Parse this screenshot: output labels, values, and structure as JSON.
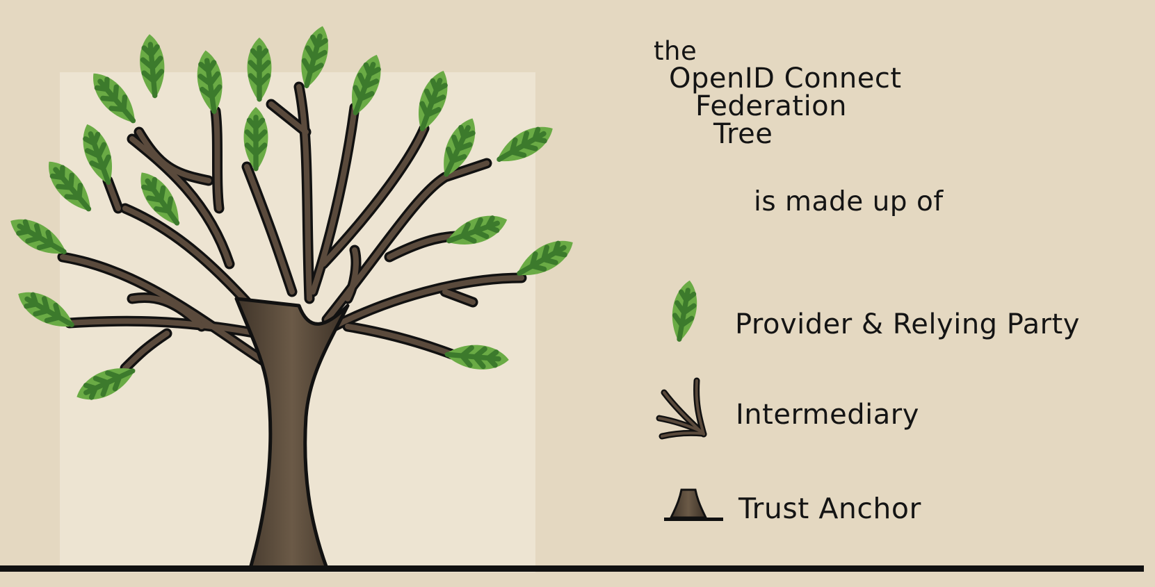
{
  "title": {
    "line1": "the",
    "line2": "OpenID Connect",
    "line3": "Federation",
    "line4": "Tree"
  },
  "subtitle": "is made up of",
  "legend": [
    {
      "icon": "leaf-icon",
      "label": "Provider & Relying Party"
    },
    {
      "icon": "branch-icon",
      "label": "Intermediary"
    },
    {
      "icon": "trunk-icon",
      "label": "Trust Anchor"
    }
  ],
  "colors": {
    "background": "#e4d8c1",
    "paper": "#ede4d2",
    "leaf_light": "#6aab45",
    "leaf_dark": "#3c7a2c",
    "bark": "#5a4a3c",
    "outline": "#111111"
  }
}
